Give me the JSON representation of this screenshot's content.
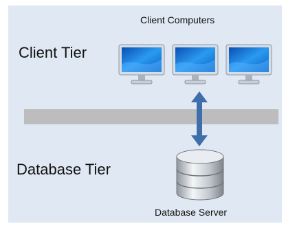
{
  "labels": {
    "client_computers": "Client Computers",
    "client_tier": "Client Tier",
    "database_tier": "Database Tier",
    "database_server": "Database Server"
  },
  "colors": {
    "panel_background": "#dfe8f3",
    "network_bar": "#bdbdbd",
    "arrow": "#3f6faa",
    "screen": "#1f7fd6"
  },
  "icons": {
    "client": "monitor-icon",
    "server": "database-icon"
  },
  "client_count": 3
}
